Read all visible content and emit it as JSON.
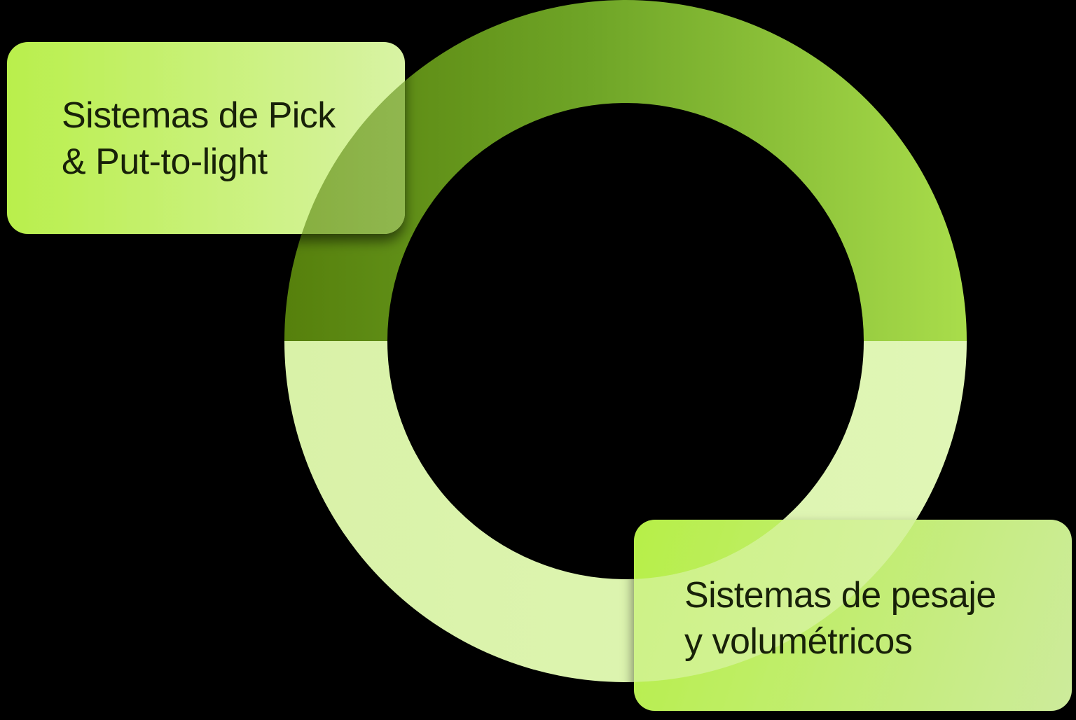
{
  "canvas": {
    "background_color": "#000000"
  },
  "diagram": {
    "type": "donut-ring-infographic",
    "ring": {
      "segments": [
        {
          "id": "top-half",
          "gradient": [
            "#56800c",
            "#6fa527",
            "#a9dd4b"
          ]
        },
        {
          "id": "bottom-half",
          "gradient": [
            "#d9f2a8",
            "#e0f6b6"
          ]
        }
      ]
    },
    "cards": [
      {
        "id": "pick-put-to-light",
        "line1": "Sistemas de Pick",
        "line2": "& Put-to-light",
        "gradient": [
          "#b9ef4c",
          "#d8f3a4"
        ]
      },
      {
        "id": "pesaje-volumetricos",
        "line1": "Sistemas de pesaje",
        "line2": "y volumétricos",
        "gradient": [
          "#b7ef4a",
          "#cdeb9b"
        ]
      }
    ],
    "text_color": "#182109"
  }
}
